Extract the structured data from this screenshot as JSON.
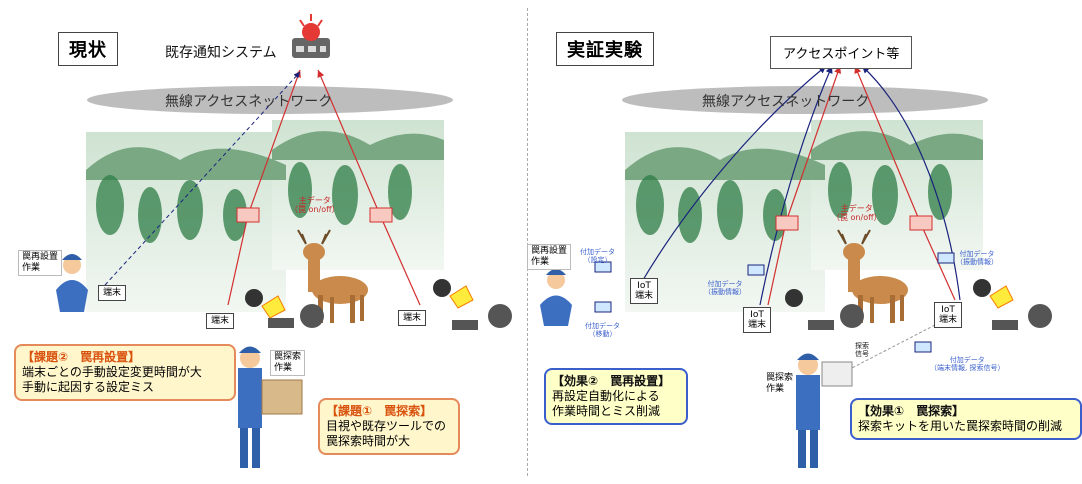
{
  "left": {
    "title": "現状",
    "system": "既存通知システム",
    "network": "無線アクセスネットワーク",
    "main_data": "主データ",
    "main_data_sub": "（罠 on/off）",
    "terminal": "端末",
    "reinstall_work": [
      "罠再設置",
      "作業"
    ],
    "search_work": [
      "罠探索",
      "作業"
    ],
    "issue2": {
      "heading": "【課題②　罠再設置】",
      "lines": [
        "端末ごとの手動設定変更時間が大",
        "手動に起因する設定ミス"
      ]
    },
    "issue1": {
      "heading": "【課題①　罠探索】",
      "lines": [
        "目視や既存ツールでの",
        "罠探索時間が大"
      ]
    }
  },
  "right": {
    "title": "実証実験",
    "ap": "アクセスポイント等",
    "network": "無線アクセスネットワーク",
    "main_data": "主データ",
    "main_data_sub": "（罠 on/off）",
    "iot_terminal": [
      "IoT",
      "端末"
    ],
    "reinstall_work": [
      "罠再設置",
      "作業"
    ],
    "search_work": [
      "罠探索",
      "作業"
    ],
    "addl_setting": [
      "付加データ",
      "（設定）"
    ],
    "addl_move": [
      "付加データ",
      "（移動）"
    ],
    "addl_vibration": [
      "付加データ",
      "（振動情報）"
    ],
    "search_signal": [
      "探索",
      "信号"
    ],
    "addl_terminal": [
      "付加データ",
      "（端末情報, 探索信号）"
    ],
    "effect2": {
      "heading": "【効果②　罠再設置】",
      "lines": [
        "再設定自動化による",
        "作業時間とミス削減"
      ]
    },
    "effect1": {
      "heading": "【効果①　罠探索】",
      "lines": [
        "探索キットを用いた罠探索時間の削減"
      ]
    }
  },
  "colors": {
    "main_line": "#d32f2f",
    "addl_line": "#1a237e",
    "issue_border": "#e58a5a",
    "effect_border": "#3a5fcd"
  }
}
